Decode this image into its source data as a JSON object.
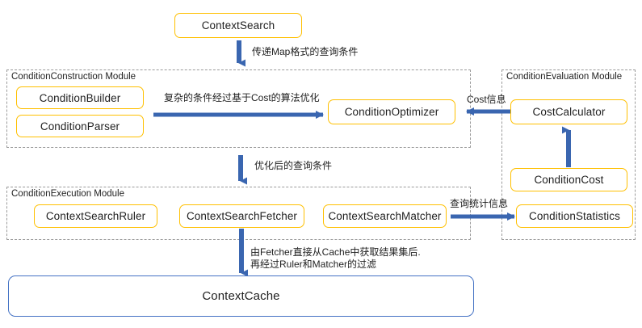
{
  "diagram": {
    "title_node": {
      "label": "ContextSearch"
    },
    "cache_node": {
      "label": "ContextCache"
    },
    "modules": [
      {
        "id": "construction",
        "label": "ConditionConstruction Module"
      },
      {
        "id": "evaluation",
        "label": "ConditionEvaluation Module"
      },
      {
        "id": "execution",
        "label": "ConditionExecution Module"
      }
    ],
    "nodes": [
      {
        "id": "condition-builder",
        "label": "ConditionBuilder"
      },
      {
        "id": "condition-parser",
        "label": "ConditionParser"
      },
      {
        "id": "condition-optimizer",
        "label": "ConditionOptimizer"
      },
      {
        "id": "cost-calculator",
        "label": "CostCalculator"
      },
      {
        "id": "condition-cost",
        "label": "ConditionCost"
      },
      {
        "id": "condition-statistics",
        "label": "ConditionStatistics"
      },
      {
        "id": "context-search-ruler",
        "label": "ContextSearchRuler"
      },
      {
        "id": "context-search-fetcher",
        "label": "ContextSearchFetcher"
      },
      {
        "id": "context-search-matcher",
        "label": "ContextSearchMatcher"
      }
    ],
    "edge_labels": [
      {
        "id": "pass-map-query",
        "text": "传递Map格式的查询条件"
      },
      {
        "id": "cost-based-optimization",
        "text": "复杂的条件经过基于Cost的算法优化"
      },
      {
        "id": "cost-info",
        "text": "Cost信息"
      },
      {
        "id": "optimized-query",
        "text": "优化后的查询条件"
      },
      {
        "id": "query-statistics",
        "text": "查询统计信息"
      },
      {
        "id": "cache-flow-line1",
        "text": "由Fetcher直接从Cache中获取结果集后."
      },
      {
        "id": "cache-flow-line2",
        "text": "再经过Ruler和Matcher的过滤"
      }
    ],
    "colors": {
      "node_border": "#FFC000",
      "cache_border": "#4472C4",
      "arrow": "#3A66B0",
      "module_border": "#9A9A9A",
      "text": "#1F1F1F",
      "background": "#FFFFFF"
    }
  }
}
